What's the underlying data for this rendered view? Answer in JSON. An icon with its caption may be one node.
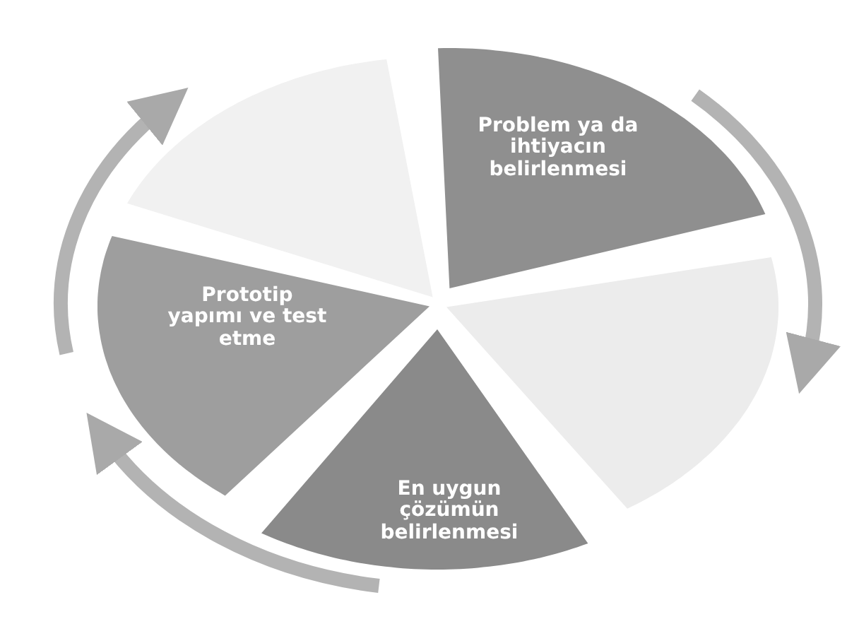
{
  "diagram": {
    "nodes": [
      {
        "text": [
          "Problem ya da ihtiyacın belirlenmesi"
        ]
      },
      {
        "text": [],
        "shape": "wedge"
      },
      {
        "text": [],
        "shape": "wedge"
      },
      {
        "text": [
          "Prototip yapımı ve test etme"
        ]
      },
      {
        "text": [
          "En uygun çözümün belirlenmesi"
        ]
      }
    ],
    "edges": [
      {
        "from": 0,
        "to": 2,
        "arrow": "to"
      },
      {
        "from": 4,
        "to": 3,
        "arrow": "to"
      },
      {
        "from": 3,
        "to": 1,
        "arrow": "to"
      }
    ]
  }
}
